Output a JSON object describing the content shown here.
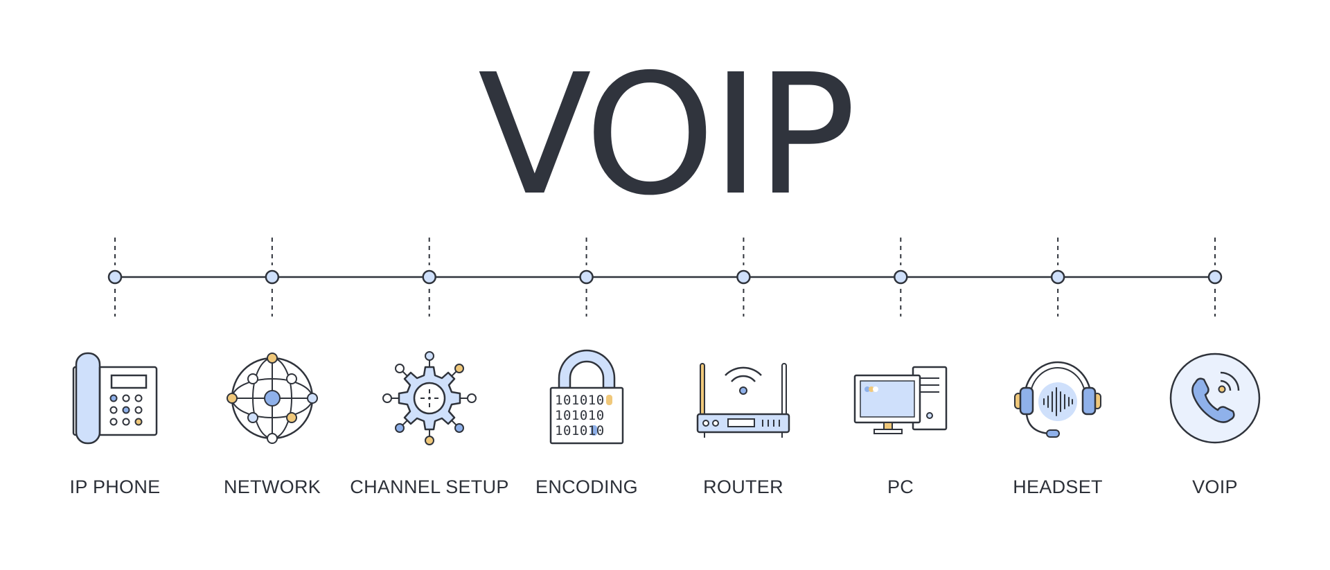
{
  "title": "VOIP",
  "colors": {
    "stroke": "#2f333b",
    "light_blue": "#cfe0fb",
    "mid_blue": "#8fb1ea",
    "accent_yellow": "#f0c87a",
    "background": "#ffffff"
  },
  "items": [
    {
      "label": "IP PHONE",
      "icon": "ip-phone-icon"
    },
    {
      "label": "NETWORK",
      "icon": "network-icon"
    },
    {
      "label": "CHANNEL SETUP",
      "icon": "channel-setup-icon"
    },
    {
      "label": "ENCODING",
      "icon": "encoding-lock-icon"
    },
    {
      "label": "ROUTER",
      "icon": "router-icon"
    },
    {
      "label": "PC",
      "icon": "pc-icon"
    },
    {
      "label": "HEADSET",
      "icon": "headset-icon"
    },
    {
      "label": "VOIP",
      "icon": "voip-call-icon"
    }
  ],
  "encoding_rows": [
    "101010",
    "101010",
    "101010"
  ]
}
